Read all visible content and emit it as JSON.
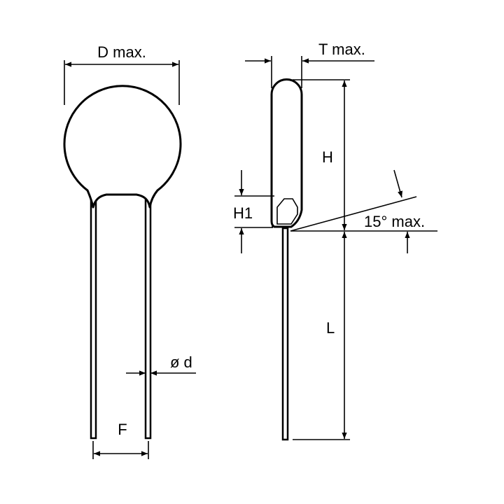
{
  "labels": {
    "d_max": "D max.",
    "t_max": "T max.",
    "h": "H",
    "h1": "H1",
    "angle": "15° max.",
    "l": "L",
    "lead_dia": "ø d",
    "f": "F"
  },
  "colors": {
    "line": "#000000",
    "background": "#ffffff"
  }
}
